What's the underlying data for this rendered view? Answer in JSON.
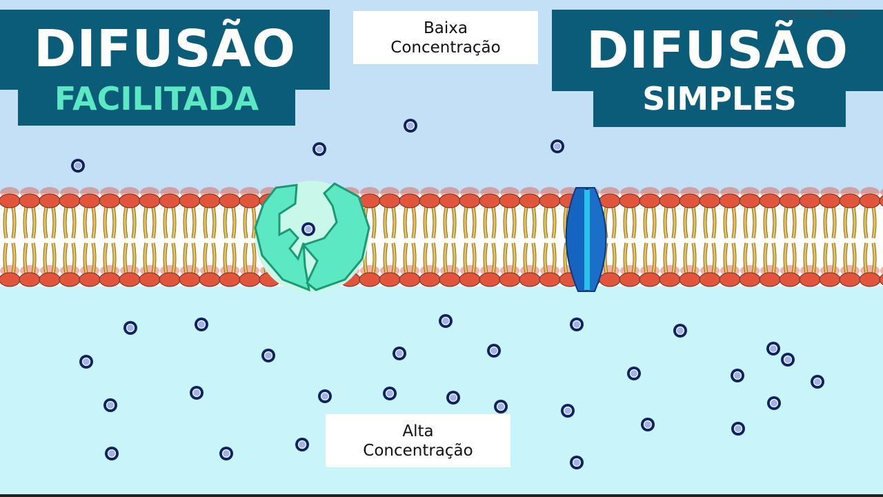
{
  "left_title": {
    "line1": "DIFUSÃO",
    "line2": "FACILITADA"
  },
  "right_title": {
    "line1": "DIFUSÃO",
    "line2": "SIMPLES"
  },
  "top_label": {
    "line1": "Baixa",
    "line2": "Concentração"
  },
  "bottom_label": {
    "line1": "Alta",
    "line2": "Concentração"
  },
  "watermark": "Gabriel Moraes",
  "colors": {
    "title_bg": "#0b5c78",
    "facilitada_text": "#5de8c4",
    "top_bg": "#c4e0f7",
    "bottom_bg": "#c8f5f9",
    "molecule": "#0d2366",
    "lipid_head": "#e0553c",
    "lipid_tail": "#e8c35a",
    "carrier_protein": "#5de8c4",
    "channel_protein": "#1565c0"
  }
}
